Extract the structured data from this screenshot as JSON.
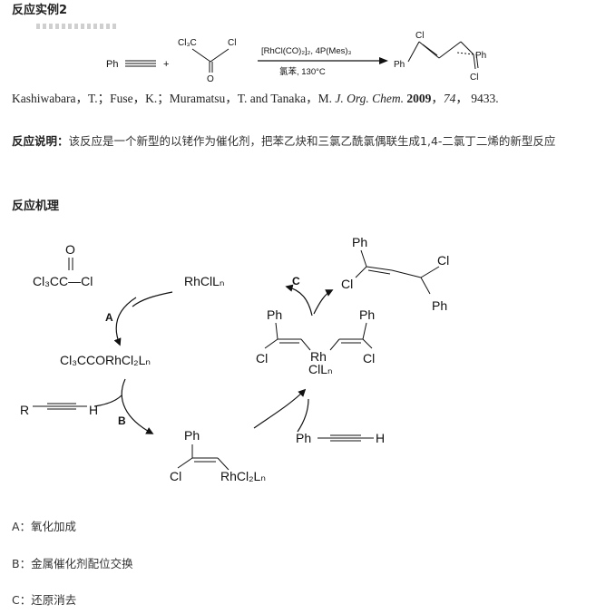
{
  "title": "反应实例2",
  "reaction_scheme": {
    "reactant1": "Ph",
    "plus": "+",
    "reactant2_group": "Cl₃C",
    "reactant2_cl": "Cl",
    "reactant2_o": "O",
    "catalyst": "[RhCl(CO)₂]₂, 4P(Mes)₃",
    "conditions": "氯苯, 130°C",
    "product_cl_top": "Cl",
    "product_ph_left": "Ph",
    "product_ph_right": "Ph",
    "product_cl_bottom": "Cl"
  },
  "citation": {
    "authors": "Kashiwabara，T.；Fuse，K.；Muramatsu，T. and Tanaka，M.",
    "journal": "J. Org. Chem.",
    "year": "2009",
    "volume": "74",
    "pages": "9433."
  },
  "description": {
    "label": "反应说明：",
    "text": "该反应是一个新型的以铑作为催化剂，把苯乙炔和三氯乙酰氯偶联生成1,4-二氯丁二烯的新型反应"
  },
  "mechanism_heading": "反应机理",
  "mechanism": {
    "acyl_chloride_o": "O",
    "acyl_chloride": "Cl₃CC—Cl",
    "catalyst": "RhClLₙ",
    "step_a": "A",
    "intermediate1": "Cl₃CCORhCl₂Lₙ",
    "alkyne_r": "R",
    "alkyne_h": "H",
    "step_b": "B",
    "vinyl_ph": "Ph",
    "vinyl_cl": "Cl",
    "vinyl_rh": "RhCl₂Lₙ",
    "phenylacetylene_ph": "Ph",
    "phenylacetylene_h": "H",
    "bis_ph_left": "Ph",
    "bis_ph_right": "Ph",
    "bis_cl_left": "Cl",
    "bis_cl_right": "Cl",
    "bis_rh": "Rh",
    "bis_rh_ligand": "ClLₙ",
    "step_c": "C",
    "product_ph_top": "Ph",
    "product_cl_top": "Cl",
    "product_cl_left": "Cl",
    "product_ph_bottom": "Ph"
  },
  "labels": [
    {
      "key": "A",
      "text": "A：氧化加成"
    },
    {
      "key": "B",
      "text": "B：金属催化剂配位交换"
    },
    {
      "key": "C",
      "text": "C：还原消去"
    }
  ]
}
